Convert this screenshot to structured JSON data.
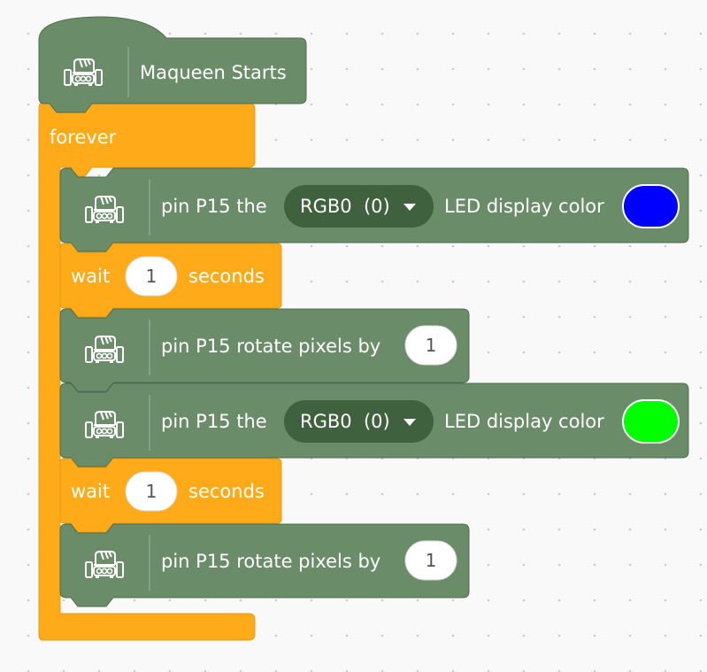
{
  "hat_block": {
    "label": "Maqueen Starts",
    "icon": "maqueen-robot-icon"
  },
  "forever_block": {
    "label": "forever",
    "blocks": [
      {
        "type": "led_color",
        "prefix": "pin P15 the",
        "dropdown_value": "RGB0  (0)",
        "suffix": "LED display color",
        "color": "#0000ff",
        "icon": "maqueen-robot-icon"
      },
      {
        "type": "wait",
        "prefix": "wait",
        "value": "1",
        "suffix": "seconds"
      },
      {
        "type": "rotate",
        "prefix": "pin P15 rotate pixels by",
        "value": "1",
        "icon": "maqueen-robot-icon"
      },
      {
        "type": "led_color",
        "prefix": "pin P15 the",
        "dropdown_value": "RGB0  (0)",
        "suffix": "LED display color",
        "color": "#00ff00",
        "icon": "maqueen-robot-icon"
      },
      {
        "type": "wait",
        "prefix": "wait",
        "value": "1",
        "suffix": "seconds"
      },
      {
        "type": "rotate",
        "prefix": "pin P15 rotate pixels by",
        "value": "1",
        "icon": "maqueen-robot-icon"
      }
    ]
  },
  "colors": {
    "maqueen_block": "#6b8c69",
    "maqueen_border": "#4f6d4d",
    "dropdown_field": "#3f613d",
    "control_block": "#ffab19",
    "control_border": "#e69a12",
    "number_field": "#ffffff"
  }
}
